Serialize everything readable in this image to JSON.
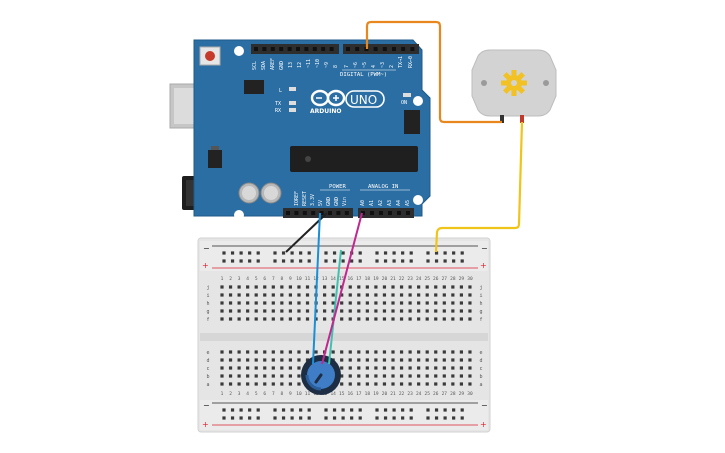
{
  "board": {
    "brand": "ARDUINO",
    "model": "UNO",
    "digital_header": "DIGITAL (PWM~)",
    "power_header": "POWER",
    "analog_header": "ANALOG IN",
    "on_label": "ON",
    "tx_label": "TX",
    "rx_label": "RX",
    "l_label": "L",
    "ref_label": "IOREF",
    "aref_label": "AREF",
    "gnd_label": "GND",
    "scl_label": "SCL",
    "sda_label": "SDA",
    "digital_pins": [
      "13",
      "12",
      "~11",
      "~10",
      "~9",
      "8",
      "7",
      "~6",
      "~5",
      "4",
      "~3",
      "2",
      "TX→1",
      "RX←0"
    ],
    "power_pins": [
      "IOREF",
      "RESET",
      "3.3V",
      "5V",
      "GND",
      "GND",
      "Vin"
    ],
    "analog_pins": [
      "A0",
      "A1",
      "A2",
      "A3",
      "A4",
      "A5"
    ]
  },
  "breadboard": {
    "plus": "+",
    "minus": "−",
    "row_letters_top": [
      "j",
      "i",
      "h",
      "g",
      "f"
    ],
    "row_letters_bottom": [
      "e",
      "d",
      "c",
      "b",
      "a"
    ],
    "column_numbers": [
      "1",
      "2",
      "3",
      "4",
      "5",
      "6",
      "7",
      "8",
      "9",
      "10",
      "11",
      "12",
      "13",
      "14",
      "15",
      "16",
      "17",
      "18",
      "19",
      "20",
      "21",
      "22",
      "23",
      "24",
      "25",
      "26",
      "27",
      "28",
      "29",
      "30"
    ]
  },
  "wires": {
    "orange": "#e8871e",
    "yellow": "#f0c419",
    "black": "#222222",
    "blue": "#1a8fd6",
    "teal": "#3fc1b0",
    "magenta": "#c2278f"
  },
  "colors": {
    "board_blue": "#2b6ea3",
    "board_edge": "#1f5a88",
    "header_black": "#2e2e2e",
    "breadboard": "#e6e6e6",
    "rail_red": "#d9232e",
    "motor_body": "#d3d3d3",
    "gear": "#f2c224",
    "pot_knob": "#3f7ec7"
  },
  "icons": {
    "motor": "gear-icon",
    "potentiometer": "knob-icon",
    "logo": "infinity-icon"
  }
}
